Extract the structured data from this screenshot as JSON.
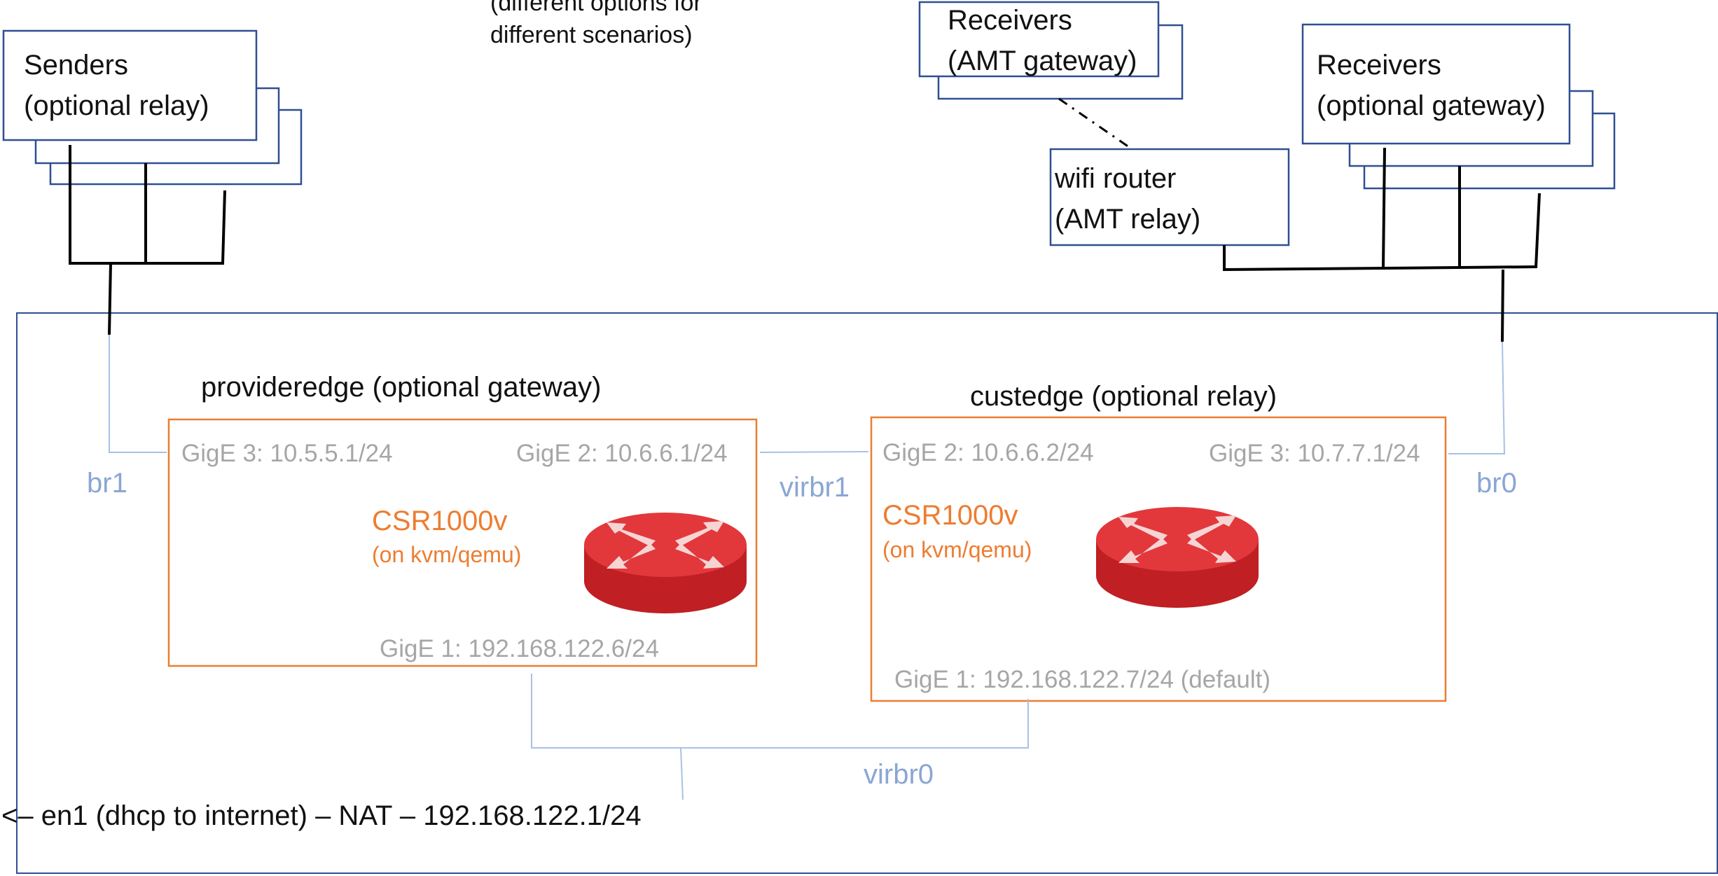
{
  "colors": {
    "host_border": "#2f4f93",
    "router_box_border": "#ed7d31",
    "bridge_link": "#a9c0e6",
    "bridge_label": "#8aa6d4",
    "interface_label": "#a6a6a6",
    "router_icon": "#d12a2a",
    "text": "#111111"
  },
  "note": {
    "line1": "(different options for",
    "line2": "different scenarios)"
  },
  "senders": {
    "line1": "Senders",
    "line2": "(optional relay)"
  },
  "receivers_amt": {
    "line1": "Receivers",
    "line2": "(AMT gateway)"
  },
  "receivers_gw": {
    "line1": "Receivers",
    "line2": "(optional gateway)"
  },
  "wifi_router": {
    "line1": "wifi router",
    "line2": "(AMT relay)"
  },
  "provideredge": {
    "title": "provideredge (optional gateway)",
    "gige3": "GigE 3: 10.5.5.1/24",
    "gige2": "GigE 2: 10.6.6.1/24",
    "gige1": "GigE 1: 192.168.122.6/24",
    "model": "CSR1000v",
    "platform": "(on kvm/qemu)",
    "icon": "router-icon"
  },
  "custedge": {
    "title": "custedge (optional relay)",
    "gige2": "GigE 2: 10.6.6.2/24",
    "gige3": "GigE 3: 10.7.7.1/24",
    "gige1": "GigE 1: 192.168.122.7/24 (default)",
    "model": "CSR1000v",
    "platform": "(on kvm/qemu)",
    "icon": "router-icon"
  },
  "bridges": {
    "br1": "br1",
    "virbr1": "virbr1",
    "br0": "br0",
    "virbr0": "virbr0"
  },
  "uplink": "<– en1 (dhcp to internet) – NAT – 192.168.122.1/24"
}
